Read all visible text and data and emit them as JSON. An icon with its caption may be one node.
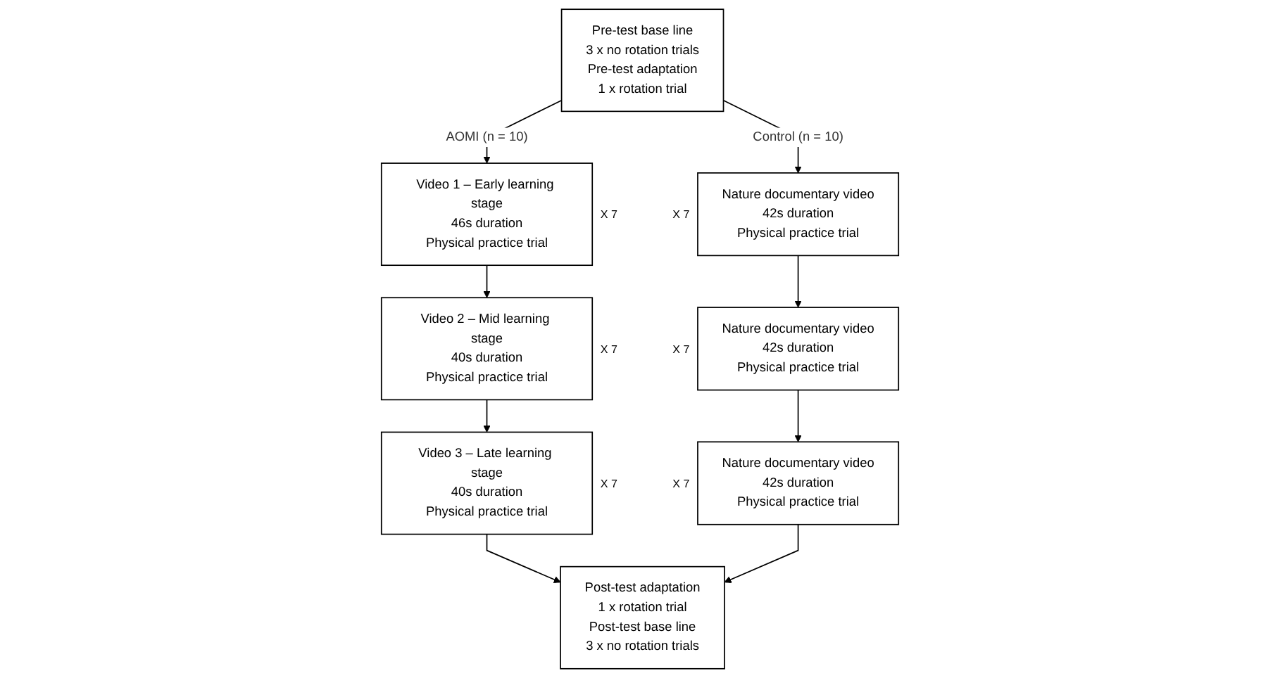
{
  "diagram": {
    "nodes": [
      {
        "text": [
          "Pre-test base line",
          "3 x no rotation trials",
          "Pre-test adaptation",
          "1 x rotation trial"
        ]
      },
      {
        "text": [
          "Video 1 – Early learning stage",
          "46s duration",
          "Physical practice trial"
        ],
        "beside": [
          "X 7"
        ]
      },
      {
        "text": [
          "Nature documentary video",
          "42s duration",
          "Physical practice trial"
        ],
        "beside": [
          "X 7"
        ]
      },
      {
        "text": [
          "Video 2 – Mid learning stage",
          "40s duration",
          "Physical practice trial"
        ],
        "beside": [
          "X 7"
        ]
      },
      {
        "text": [
          "Nature documentary video",
          "42s duration",
          "Physical practice trial"
        ],
        "beside": [
          "X 7"
        ]
      },
      {
        "text": [
          "Video 3 – Late learning stage",
          "40s duration",
          "Physical practice trial"
        ],
        "beside": [
          "X 7"
        ]
      },
      {
        "text": [
          "Post-test adaptation",
          "1 x rotation trial",
          "Post-test base line",
          "3 x no rotation trials"
        ]
      },
      {
        "text": [
          "Nature documentary video",
          "42s duration",
          "Physical practice trial"
        ],
        "beside": [
          "X 7"
        ]
      }
    ],
    "edges": [
      {
        "from": 0,
        "to": 1,
        "arrow": "to",
        "label": "AOMI (n = 10)"
      },
      {
        "from": 0,
        "to": 2,
        "arrow": "to",
        "label": "Control (n = 10)"
      },
      {
        "from": 1,
        "to": 3,
        "arrow": "to"
      },
      {
        "from": 3,
        "to": 5,
        "arrow": "to"
      },
      {
        "from": 5,
        "to": 6,
        "arrow": "to"
      },
      {
        "from": 2,
        "to": 4,
        "arrow": "to"
      },
      {
        "from": 4,
        "to": 7,
        "arrow": "to"
      },
      {
        "from": 7,
        "to": 6,
        "arrow": "to"
      }
    ]
  }
}
